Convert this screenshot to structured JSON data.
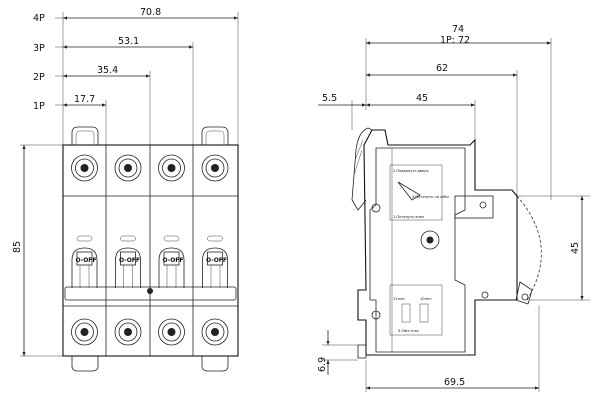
{
  "front_view": {
    "pole_labels": [
      "4P",
      "3P",
      "2P",
      "1P"
    ],
    "pole_widths": [
      "70.8",
      "53.1",
      "35.4",
      "17.7"
    ],
    "height": "85",
    "handle_labels": [
      "O-OFF",
      "O-OFF",
      "O-OFF",
      "O-OFF"
    ],
    "pole_count": 4
  },
  "side_view": {
    "overall_depth": "74",
    "overall_depth_1p": "1P: 72",
    "depth_62": "62",
    "depth_45": "45",
    "handle_offset": "5.5",
    "window_height": "45",
    "rail_height": "6.9",
    "base_depth": "69.5",
    "label_top_1": "2.Повернуть вверх",
    "label_top_2": "3.Потянуть на себя",
    "label_top_3": "1.Потянуть вниз",
    "label_bottom_1": "12mm",
    "label_bottom_2": "10mm",
    "label_bottom_3": "3.5Nm max"
  }
}
